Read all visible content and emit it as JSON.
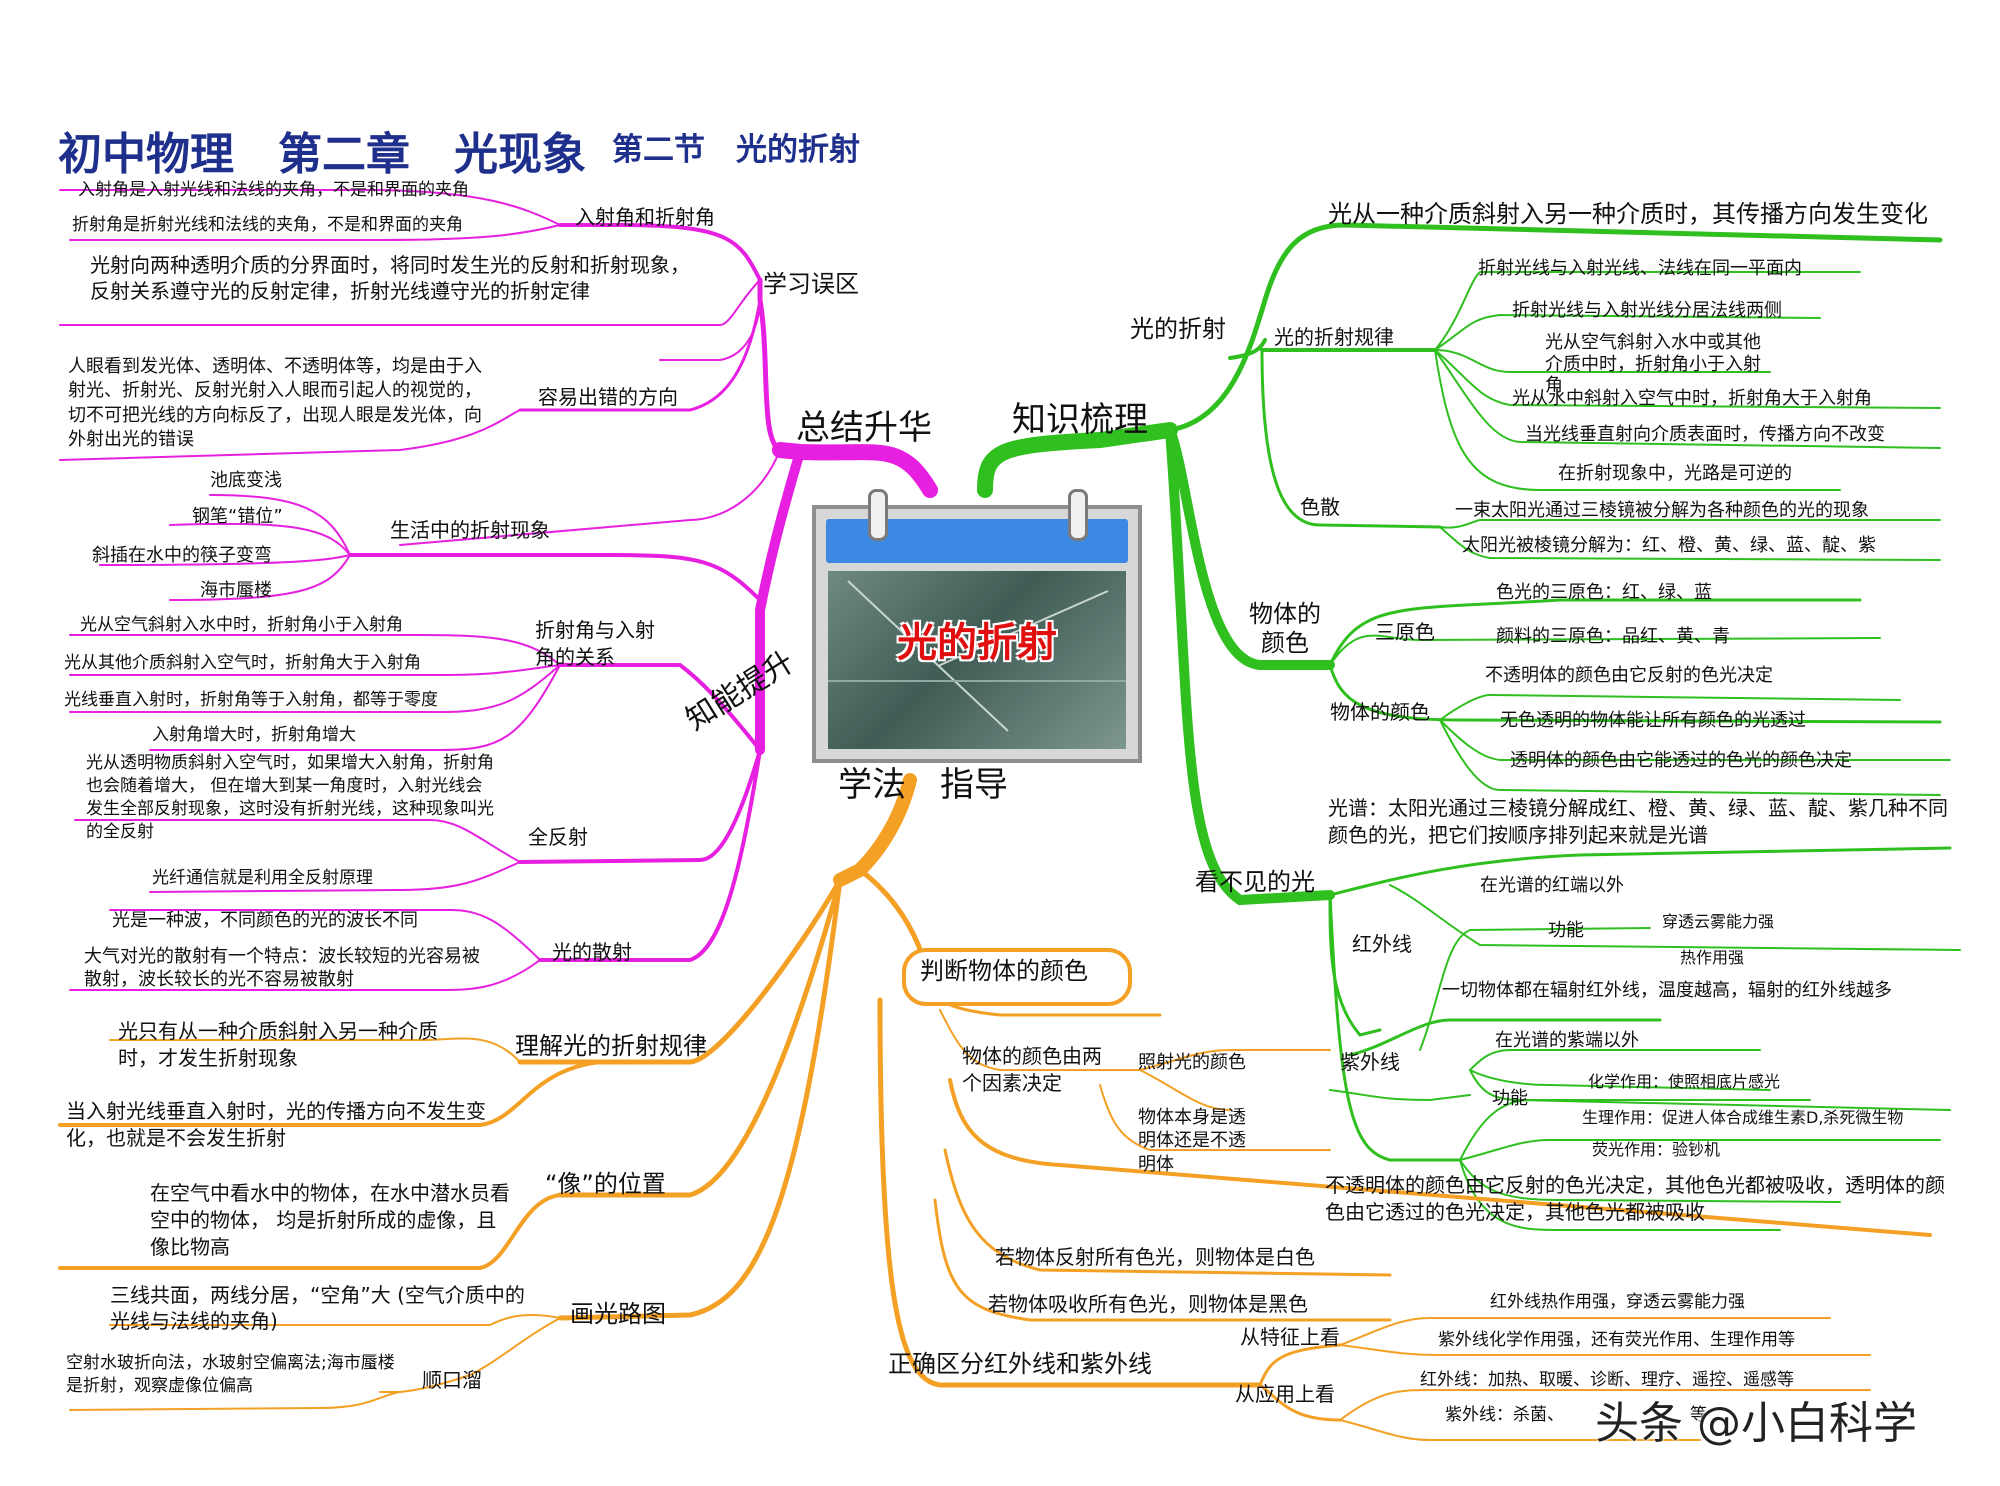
{
  "title": {
    "main": "初中物理　第二章　光现象",
    "sub": "第二节　光的折射"
  },
  "center": {
    "label": "光的折射"
  },
  "watermark": "头条 @小白科学",
  "colors": {
    "green": "#2fbf1f",
    "magenta": "#e61fe0",
    "orange": "#f3a024",
    "title": "#1e2f8c",
    "center_text": "#e01010"
  },
  "branches": {
    "knowledge": "知识梳理",
    "summary": "总结升华",
    "method": "学法　指导",
    "ability": "知能提升"
  },
  "knowledge": {
    "refraction": "光的折射",
    "refraction_def": "光从一种介质斜射入另一种介质时，其传播方向发生变化",
    "law": "光的折射规律",
    "law_items": [
      "折射光线与入射光线、法线在同一平面内",
      "折射光线与入射光线分居法线两侧",
      "光从空气斜射入水中或其他介质中时，折射角小于入射角",
      "光从水中斜射入空气中时，折射角大于入射角",
      "当光线垂直射向介质表面时，传播方向不改变",
      "在折射现象中，光路是可逆的"
    ],
    "dispersion": "色散",
    "dispersion_items": [
      "一束太阳光通过三棱镜被分解为各种颜色的光的现象",
      "太阳光被棱镜分解为：红、橙、黄、绿、蓝、靛、紫"
    ],
    "object_color": "物体的颜色",
    "primary": "三原色",
    "primary_items": [
      "色光的三原色：红、绿、蓝",
      "颜料的三原色：品红、黄、青"
    ],
    "obj_color2": "物体的颜色",
    "obj_color_items": [
      "不透明体的颜色由它反射的色光决定",
      "无色透明的物体能让所有颜色的光透过",
      "透明体的颜色由它能透过的色光的颜色决定"
    ],
    "invisible": "看不见的光",
    "spectrum": "光谱：太阳光通过三棱镜分解成红、橙、黄、绿、蓝、靛、紫几种不同颜色的光，把它们按顺序排列起来就是光谱",
    "ir": "红外线",
    "ir_pos": "在光谱的红端以外",
    "ir_func": "功能",
    "ir_func_items": [
      "穿透云雾能力强",
      "热作用强"
    ],
    "ir_all": "一切物体都在辐射红外线，温度越高，辐射的红外线越多",
    "uv": "紫外线",
    "uv_pos": "在光谱的紫端以外",
    "uv_func": "功能",
    "uv_func_items": [
      "化学作用：使照相底片感光",
      "生理作用：促进人体合成维生素D,杀死微生物",
      "荧光作用：验钞机"
    ]
  },
  "summary": {
    "mistakes": "学习误区",
    "angles": "入射角和折射角",
    "angle_items": [
      "入射角是入射光线和法线的夹角，不是和界面的夹角",
      "折射角是折射光线和法线的夹角，不是和界面的夹角"
    ],
    "both": "光射向两种透明介质的分界面时，将同时发生光的反射和折射现象，反射关系遵守光的反射定律，折射光线遵守光的折射定律",
    "direction": "容易出错的方向",
    "direction_text": "人眼看到发光体、透明体、不透明体等，均是由于入射光、折射光、反射光射入人眼而引起人的视觉的，切不可把光线的方向标反了，出现人眼是发光体，向外射出光的错误"
  },
  "ability": {
    "life": "生活中的折射现象",
    "life_items": [
      "池底变浅",
      "钢笔“错位”",
      "斜插在水中的筷子变弯",
      "海市蜃楼"
    ],
    "relation": "折射角与入射角的关系",
    "relation_items": [
      "光从空气斜射入水中时，折射角小于入射角",
      "光从其他介质斜射入空气时，折射角大于入射角",
      "光线垂直入射时，折射角等于入射角，都等于零度",
      "入射角增大时，折射角增大"
    ],
    "total": "全反射",
    "total_text": "光从透明物质斜射入空气时，如果增大入射角，折射角也会随着增大， 但在增大到某一角度时，入射光线会发生全部反射现象，这时没有折射光线，这种现象叫光的全反射",
    "fiber": "光纤通信就是利用全反射原理",
    "scatter": "光的散射",
    "scatter_items": [
      "光是一种波，不同颜色的光的波长不同",
      "大气对光的散射有一个特点：波长较短的光容易被散射，波长较长的光不容易被散射"
    ]
  },
  "method": {
    "understand": "理解光的折射规律",
    "understand_items": [
      "光只有从一种介质斜射入另一种介质时，才发生折射现象",
      "当入射光线垂直入射时，光的传播方向不发生变化，也就是不会发生折射"
    ],
    "image": "“像”的位置",
    "image_text": "在空气中看水中的物体，在水中潜水员看空中的物体， 均是折射所成的虚像，且像比物高",
    "draw": "画光路图",
    "draw_text": "三线共面，两线分居，“空角”大 (空气介质中的光线与法线的夹角)",
    "rhyme": "顺口溜",
    "rhyme_text": "空射水玻折向法，水玻射空偏离法;海市蜃楼是折射，观察虚像位偏高",
    "judge": "判断物体的颜色",
    "factors": "物体的颜色由两个因素决定",
    "factor_items": [
      "照射光的颜色",
      "物体本身是透明体还是不透明体"
    ],
    "decide": "不透明体的颜色由它反射的色光决定，其他色光都被吸收，透明体的颜色由它透过的色光决定，其他色光都被吸收",
    "white": "若物体反射所有色光，则物体是白色",
    "black": "若物体吸收所有色光，则物体是黑色",
    "distinguish": "正确区分红外线和紫外线",
    "feature": "从特征上看",
    "feature_items": [
      "红外线热作用强，穿透云雾能力强",
      "紫外线化学作用强，还有荧光作用、生理作用等"
    ],
    "apply": "从应用上看",
    "apply_items": [
      "红外线：加热、取暖、诊断、理疗、遥控、遥感等",
      "紫外线：杀菌、"
    ],
    "apply_tail": "等"
  }
}
